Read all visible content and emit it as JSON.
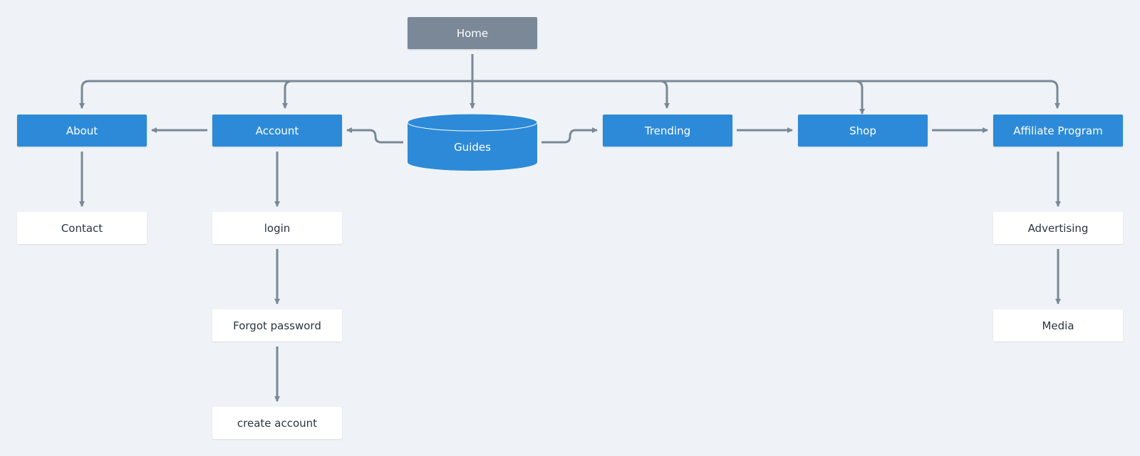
{
  "diagram": {
    "root": {
      "label": "Home"
    },
    "database": {
      "label": "Guides"
    },
    "primary": {
      "about": "About",
      "account": "Account",
      "trending": "Trending",
      "shop": "Shop",
      "affiliate": "Affiliate Program"
    },
    "secondary": {
      "contact": "Contact",
      "login": "login",
      "forgot_password": "Forgot password",
      "create_account": "create account",
      "advertising": "Advertising",
      "media": "Media"
    }
  },
  "colors": {
    "background": "#eff3f7",
    "primary_node": "#2d8ad8",
    "root_node": "#7a8897",
    "secondary_node": "#ffffff",
    "connector": "#7a8897"
  }
}
